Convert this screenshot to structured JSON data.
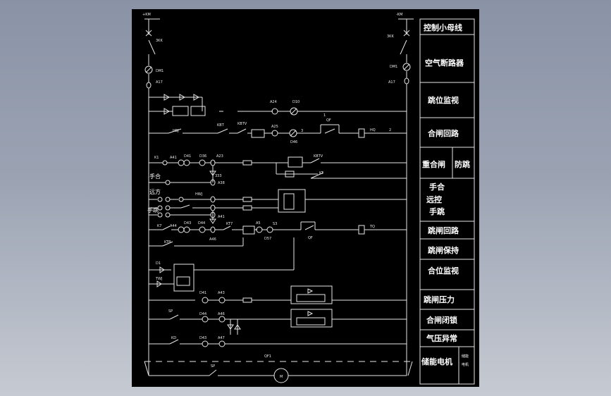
{
  "bus": {
    "plus": "+KM",
    "minus": "-KM",
    "left_switch": "3KK",
    "right_switch": "3KK",
    "left_breaker": "DM1",
    "right_breaker": "DM1",
    "left_fuse": "A17",
    "right_fuse": "A17"
  },
  "title_column": {
    "r1": "控制小母线",
    "r2": "空气断路器",
    "r3": "跳位监视",
    "r4": "合闸回路",
    "r5a": "重合闸",
    "r5b": "防跳",
    "r6": "手合",
    "r7": "远控",
    "r8": "手跳",
    "r9": "跳闸回路",
    "r10": "跳闸保持",
    "r11": "合位监视",
    "r12": "跳闸压力",
    "r13": "合闸闭锁",
    "r14": "气压异常",
    "r15": "储能电机",
    "r15_small_a": "储能",
    "r15_small_b": "电机"
  },
  "labels": {
    "close_row_left": "HBJ",
    "close_row_mid1": "KBT",
    "close_row_mid2": "KBTV",
    "close_row_a": "A25",
    "close_row_b": "D46",
    "close_row_hq": "HQ",
    "close_coil": "HQ",
    "hk_row_a": "A24",
    "hk_row_b": "D10",
    "k1": "K1",
    "hand_close": "手合",
    "remote": "远方",
    "hand_trip": "手跳",
    "k7": "K7",
    "kth": "KTB",
    "a5": "A5",
    "d57": "D57",
    "tq": "TQ",
    "kbt2": "KBTV",
    "s3": "S3",
    "sp": "SP",
    "qf1": "QF1",
    "m": "M",
    "lbl_a23": "A23",
    "lbl_d36": "D36",
    "lbl_333": "333",
    "lbl_a38": "A38",
    "lbl_a41": "A41",
    "lbl_d41": "D41",
    "lbl_a43": "A43",
    "lbl_a44": "A44",
    "lbl_d43": "D43",
    "lbl_a46": "A46",
    "lbl_d44": "D44",
    "lbl_a47": "A47",
    "lbl_kd": "KD",
    "lbl_kt": "KT",
    "lbl_d1": "D1",
    "lbl_kt7": "KT7",
    "lbl_qf": "QF",
    "lbl_hwj": "HWJ",
    "lbl_twj": "TWJ",
    "lbl_1": "1",
    "lbl_2": "2",
    "lbl_3": "3"
  }
}
